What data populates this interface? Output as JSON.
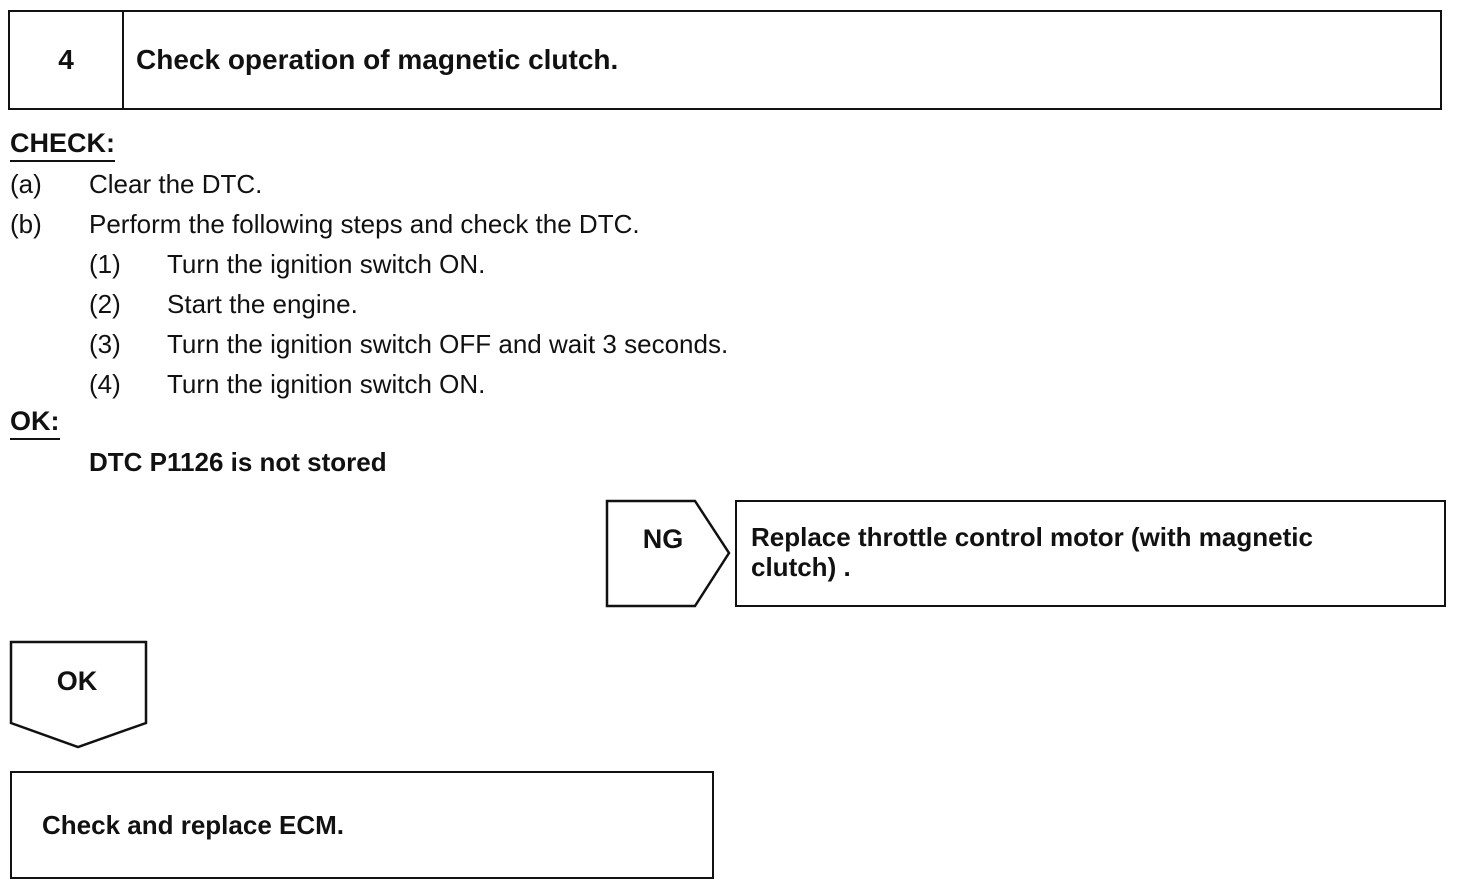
{
  "step": {
    "number": "4",
    "title": "Check operation of magnetic clutch."
  },
  "check": {
    "label": "CHECK:",
    "items": [
      {
        "marker": "(a)",
        "text": "Clear the DTC."
      },
      {
        "marker": "(b)",
        "text": "Perform the following steps and check the DTC."
      }
    ],
    "substeps": [
      {
        "marker": "(1)",
        "text": "Turn the ignition switch ON."
      },
      {
        "marker": "(2)",
        "text": "Start the engine."
      },
      {
        "marker": "(3)",
        "text": "Turn the ignition switch OFF and wait 3 seconds."
      },
      {
        "marker": "(4)",
        "text": "Turn the ignition switch ON."
      }
    ]
  },
  "ok_criteria": {
    "label": "OK:",
    "text": "DTC P1126 is not stored"
  },
  "ng_branch": {
    "label": "NG",
    "action_line1": "Replace throttle control motor (with magnetic",
    "action_line2": "clutch) ."
  },
  "ok_branch": {
    "label": "OK",
    "action": "Check and replace ECM."
  }
}
